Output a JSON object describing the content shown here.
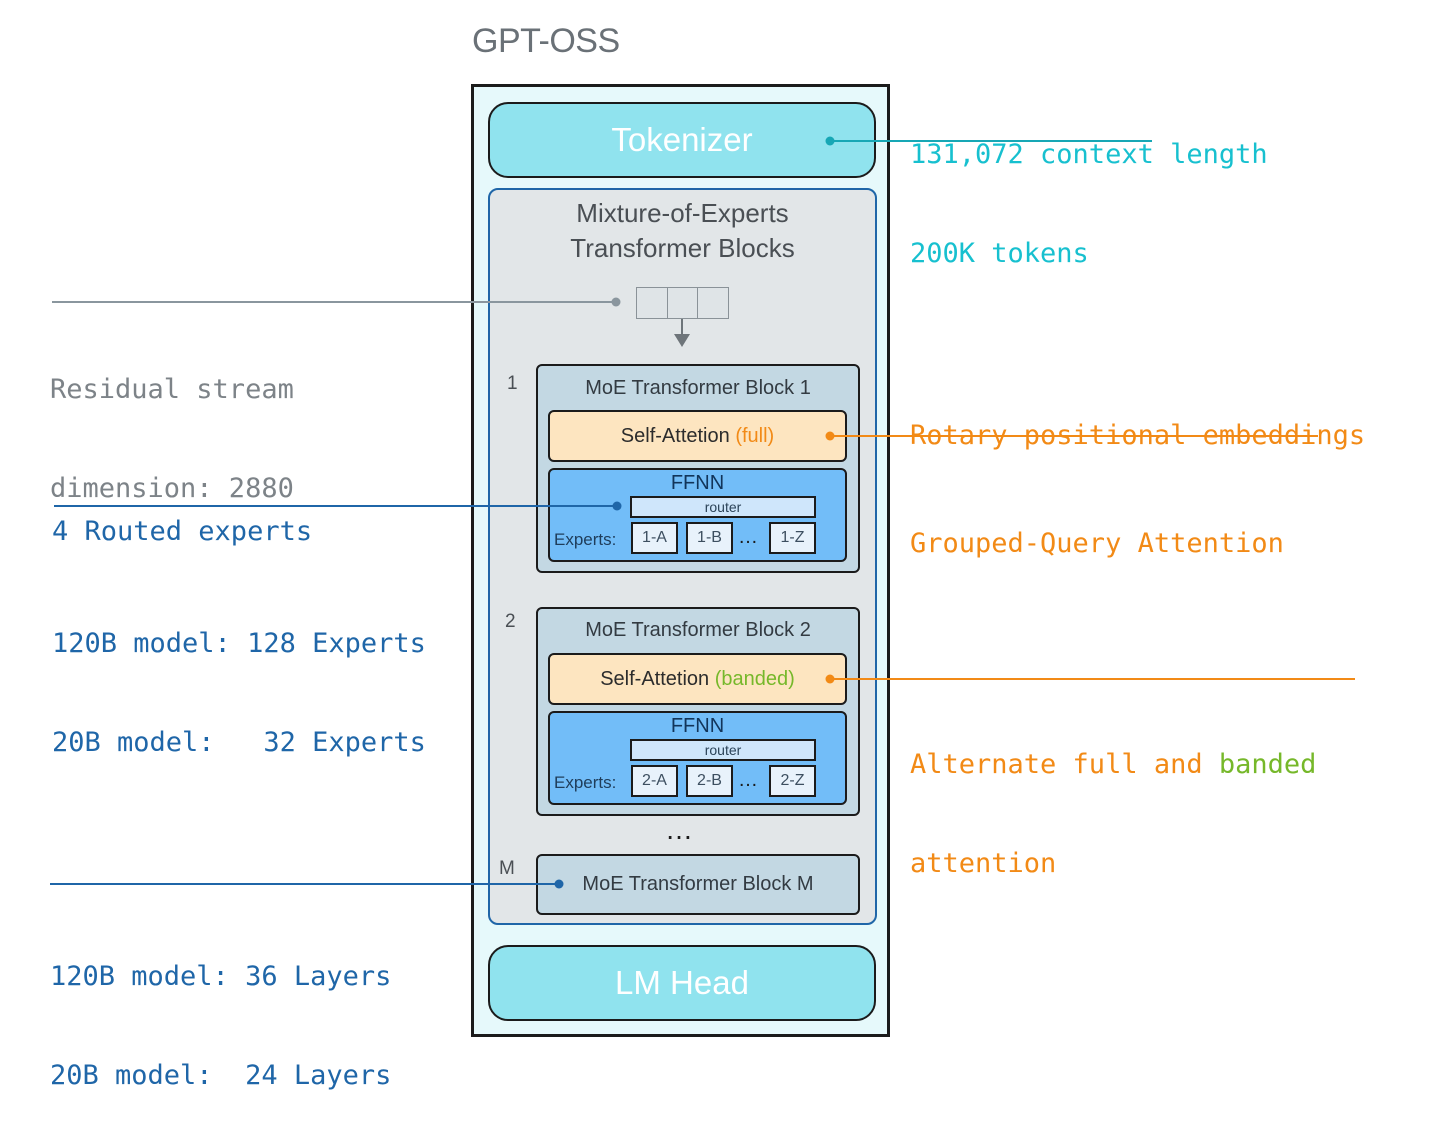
{
  "title": "GPT-OSS",
  "tokenizer": "Tokenizer",
  "lm_head": "LM Head",
  "moe_title_line1": "Mixture-of-Experts",
  "moe_title_line2": "Transformer Blocks",
  "blocks": [
    {
      "index": "1",
      "title": "MoE Transformer Block 1",
      "attention_prefix": "Self-Attetion",
      "attention_type": "(full)",
      "ffnn": "FFNN",
      "router": "router",
      "experts_label": "Experts:",
      "experts": [
        "1-A",
        "1-B",
        "1-Z"
      ],
      "ellipsis": "…"
    },
    {
      "index": "2",
      "title": "MoE Transformer Block 2",
      "attention_prefix": "Self-Attetion",
      "attention_type": "(banded)",
      "ffnn": "FFNN",
      "router": "router",
      "experts_label": "Experts:",
      "experts": [
        "2-A",
        "2-B",
        "2-Z"
      ],
      "ellipsis": "…"
    }
  ],
  "blocks_ellipsis": "…",
  "block_m": {
    "index": "M",
    "title": "MoE Transformer Block M"
  },
  "annotations": {
    "context": {
      "line1": "131,072 context length",
      "line2": "200K tokens"
    },
    "residual": {
      "line1": "Residual stream",
      "line2": "dimension: 2880"
    },
    "rotary": {
      "line1": "Rotary positional embeddings",
      "line2": "Grouped-Query Attention"
    },
    "routed": "4 Routed experts",
    "experts_count": {
      "line1": "120B model: 128 Experts",
      "line2": "20B model:   32 Experts"
    },
    "alternate": {
      "part1": "Alternate full and",
      "part2": "banded",
      "line2": "attention"
    },
    "layers": {
      "line1": "120B model: 36 Layers",
      "line2": "20B model:  24 Layers"
    }
  },
  "colors": {
    "cyan": "#17c0cf",
    "gray": "#7d8388",
    "blue": "#1f66a8",
    "orange": "#f28a16",
    "green": "#76b82a"
  }
}
